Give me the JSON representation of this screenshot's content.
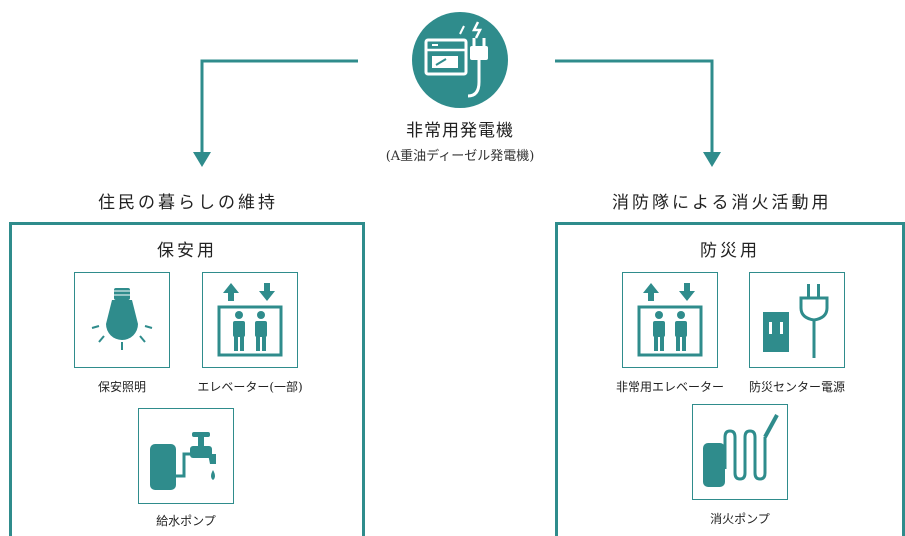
{
  "colors": {
    "accent": "#2f8c8c",
    "text": "#222222",
    "background": "#ffffff"
  },
  "generator": {
    "icon": "generator-plug-icon",
    "title": "非常用発電機",
    "subtitle": "(A重油ディーゼル発電機)"
  },
  "left": {
    "heading": "住民の暮らしの維持",
    "panel_title": "保安用",
    "items": [
      {
        "label": "保安照明",
        "icon": "light-bulb-icon"
      },
      {
        "label": "エレベーター(一部)",
        "icon": "elevator-icon"
      },
      {
        "label": "給水ポンプ",
        "icon": "water-pump-icon"
      }
    ]
  },
  "right": {
    "heading": "消防隊による消火活動用",
    "panel_title": "防災用",
    "items": [
      {
        "label": "非常用エレベーター",
        "icon": "elevator-icon"
      },
      {
        "label": "防災センター電源",
        "icon": "outlet-plug-icon"
      },
      {
        "label": "消火ポンプ",
        "icon": "fire-pump-icon"
      }
    ]
  }
}
